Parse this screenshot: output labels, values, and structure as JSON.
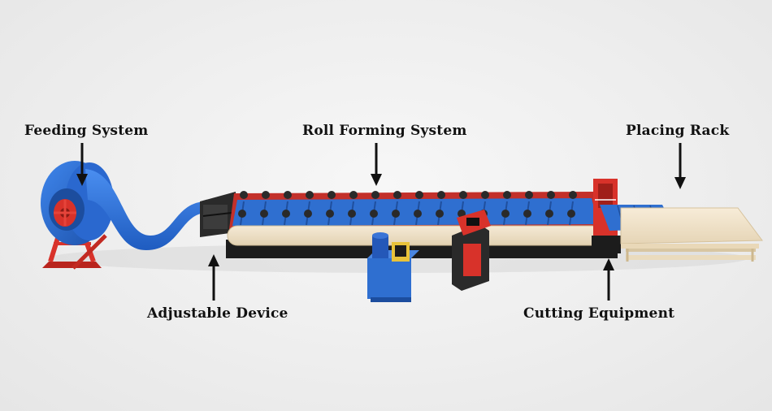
{
  "labels": {
    "feeding_system": "Feeding System",
    "roll_forming_system": "Roll Forming System",
    "placing_rack": "Placing Rack",
    "adjustable_device": "Adjustable Device",
    "cutting_equipment": "Cutting Equipment"
  },
  "colors": {
    "sheet_blue": "#2f73d6",
    "frame_red": "#d8322a",
    "frame_black": "#1c1c1c",
    "cover_beige": "#efe2c9",
    "rack_wood": "#f3e5cc",
    "arrow": "#111111"
  }
}
